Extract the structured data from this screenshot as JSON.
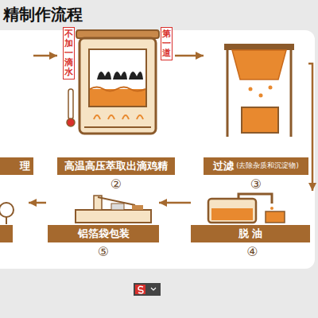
{
  "diagram": {
    "title": "精制作流程",
    "nodes": [
      {
        "text": [
          "理"
        ]
      },
      {
        "text": [
          "高温高压萃取出滴鸡精",
          "②"
        ]
      },
      {
        "text": [
          "过滤",
          "(去除杂质和沉淀物)",
          "③"
        ]
      },
      {
        "text": [
          "脱 油",
          "④"
        ]
      },
      {
        "text": [
          "铝箔袋包装",
          "⑤"
        ]
      }
    ],
    "edges": [
      {
        "from": 0,
        "to": 1,
        "arrow": "to"
      },
      {
        "from": 1,
        "to": 2,
        "arrow": "to"
      },
      {
        "from": 2,
        "to": 3,
        "arrow": "to"
      },
      {
        "from": 3,
        "to": 4,
        "arrow": "to"
      }
    ],
    "labels": [
      "不加一滴水",
      "第一道"
    ]
  }
}
